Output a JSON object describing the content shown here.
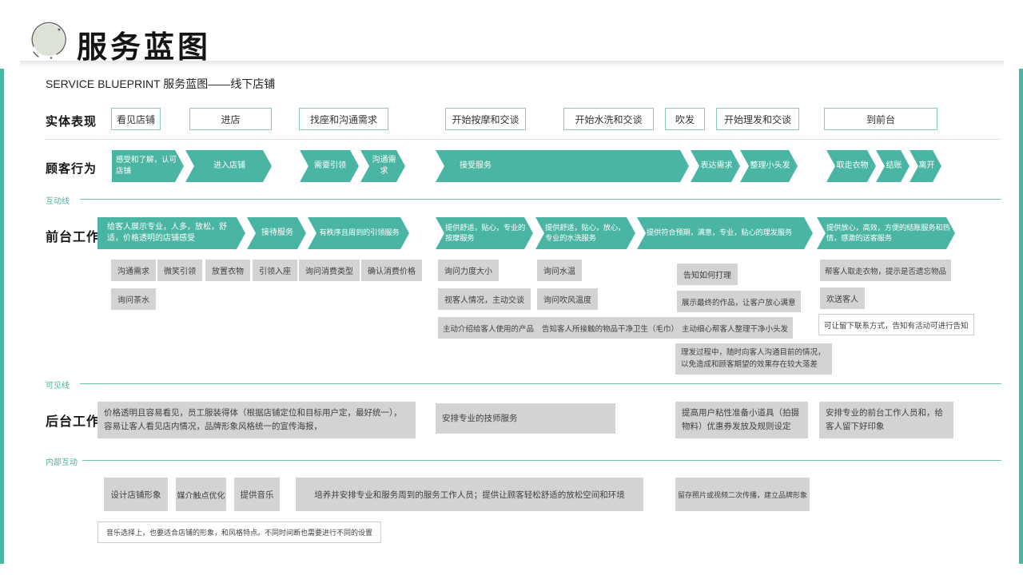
{
  "header": {
    "title": "服务蓝图",
    "subtitle": "SERVICE BLUEPRINT 服务蓝图——线下店铺"
  },
  "colors": {
    "teal": "#4ab5a2",
    "teal_border": "#8ccabd",
    "gray_box": "#d3d3d3",
    "teal_line": "#6fc3b3"
  },
  "row_labels": {
    "physical": "实体表现",
    "customer": "顾客行为",
    "frontstage": "前台工作",
    "backstage": "后台工作"
  },
  "lines": {
    "interaction": "互动线",
    "visibility": "可见线",
    "internal": "内部互动"
  },
  "physical": {
    "boxes": [
      "看见店铺",
      "进店",
      "找座和沟通需求",
      "开始按摩和交谈",
      "开始水洗和交谈",
      "吹发",
      "开始理发和交谈",
      "到前台"
    ]
  },
  "customer": {
    "arrows": [
      "感受和了解，认可店铺",
      "进入店铺",
      "需要引领",
      "沟通需求",
      "接受服务",
      "表达需求",
      "整理小头发",
      "取走衣物",
      "结账",
      "离开"
    ]
  },
  "frontstage": {
    "arrows": [
      "给客人展示专业，人多，放松，舒适，价格透明的店铺感受",
      "接待服务",
      "有秩序且周到的引领服务",
      "提供舒适，贴心，专业的按摩服务",
      "提供舒适，贴心，放心，专业的水洗服务",
      "提供符合预期，满意，专业，贴心的理发服务",
      "提供放心，高效，方便的结账服务和热情，感激的送客服务"
    ],
    "notes": [
      "沟通需求",
      "微笑引领",
      "放置衣物",
      "引领入座",
      "询问消费类型",
      "确认消费价格",
      "询问茶水",
      "询问力度大小",
      "视客人情况，主动交谈",
      "主动介绍给客人使用的产品",
      "询问水温",
      "询问吹风温度",
      "告知客人所接触的物品干净卫生（毛巾）",
      "告知如何打理",
      "展示最终的作品，让客户放心满意",
      "主动细心帮客人整理干净小头发",
      "理发过程中，随时向客人沟通目前的情况，以免造成和顾客期望的效果存在较大落差",
      "帮客人取走衣物，提示是否遗忘物品",
      "欢送客人",
      "可让留下联系方式，告知有活动可进行告知"
    ]
  },
  "backstage": {
    "boxes": [
      "价格透明且容易看见，员工服装得体（根据店铺定位和目标用户定，最好统一），容易让客人看见店内情况，品牌形象风格统一的宣传海报，",
      "安排专业的技师服务",
      "提高用户粘性准备小道具（拍摄物料）优惠券发放及规则设定",
      "安排专业的前台工作人员和，给客人留下好印象"
    ]
  },
  "internal": {
    "boxes": [
      "设计店铺形象",
      "媒介触点优化",
      "提供音乐",
      "培养并安排专业和服务周到的服务工作人员；提供让顾客轻松舒适的放松空间和环境",
      "留存照片或视频二次传播，建立品牌形象"
    ]
  },
  "footnote": "音乐选择上，也要适合店铺的形象，和风格特点。不同时间断也需要进行不同的设置"
}
